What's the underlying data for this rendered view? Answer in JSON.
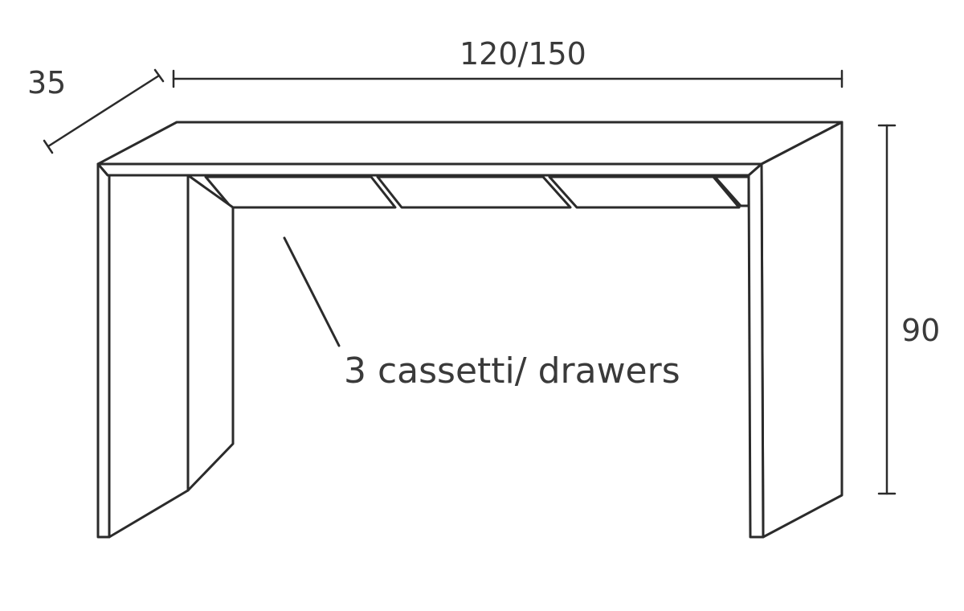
{
  "dimensions": {
    "depth": "35",
    "width": "120/150",
    "height": "90"
  },
  "annotation": {
    "drawers_label": "3 cassetti/ drawers"
  }
}
